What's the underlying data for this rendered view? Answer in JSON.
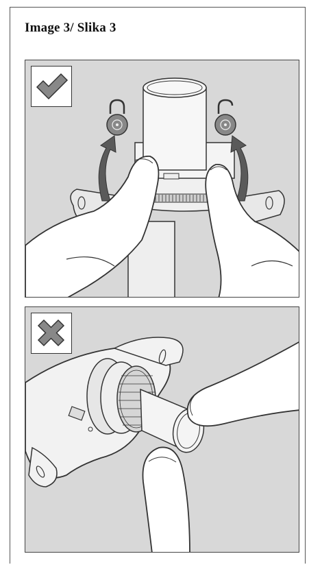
{
  "page": {
    "title": "Image 3/ Slika 3"
  },
  "panels": [
    {
      "status": "correct",
      "icon": "checkmark-icon",
      "icon_color": "#888888"
    },
    {
      "status": "incorrect",
      "icon": "cross-icon",
      "icon_color": "#888888"
    }
  ],
  "colors": {
    "panel_background": "#d8d8d8",
    "outline": "#333333",
    "arrow": "#555555"
  }
}
